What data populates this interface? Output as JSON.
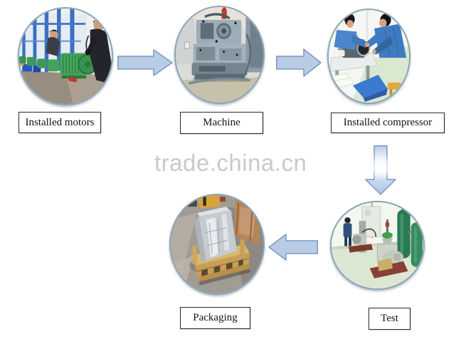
{
  "watermark": {
    "text": "trade.china.cn"
  },
  "process": {
    "steps": [
      {
        "label": "Installed motors",
        "photo": "workers-assembling-green-electric-motors-in-factory"
      },
      {
        "label": "Machine",
        "photo": "gray-blue-machine-tool-in-workshop"
      },
      {
        "label": "Installed compressor",
        "photo": "two-workers-in-blue-shirts-assembling-compressor"
      },
      {
        "label": "Test",
        "photo": "test-room-with-pumps-and-green-air-tanks"
      },
      {
        "label": "Packaging",
        "photo": "foil-wrapped-unit-in-wooden-crate-on-pallet"
      }
    ],
    "arrows": [
      {
        "from": "Installed motors",
        "to": "Machine",
        "direction": "right"
      },
      {
        "from": "Machine",
        "to": "Installed compressor",
        "direction": "right"
      },
      {
        "from": "Installed compressor",
        "to": "Test",
        "direction": "down"
      },
      {
        "from": "Test",
        "to": "Packaging",
        "direction": "left"
      }
    ]
  },
  "colors": {
    "arrow_fill": "#b8cce6",
    "arrow_border": "#7a97c4",
    "label_box_border": "#2a2a2a",
    "circle_ring": "#8aa3b4",
    "watermark_gray": "#c9c9c9",
    "background": "#ffffff"
  }
}
